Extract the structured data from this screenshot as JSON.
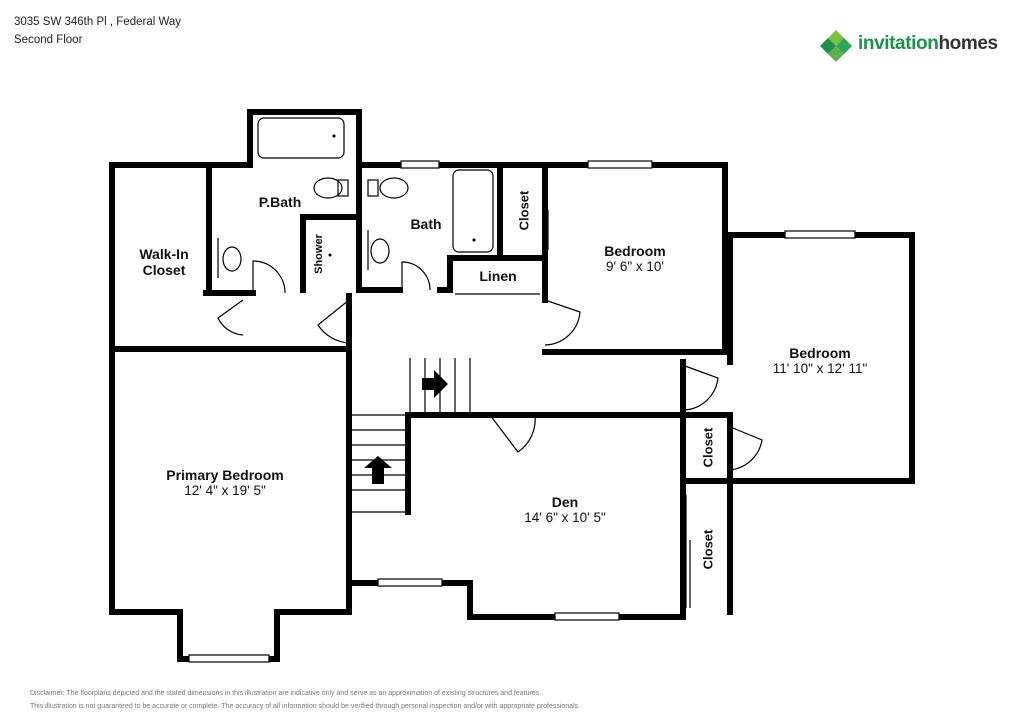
{
  "header": {
    "address": "3035 SW 346th Pl , Federal Way",
    "floor": "Second Floor"
  },
  "brand": {
    "name_part1": "invitation",
    "name_part2": "homes",
    "green": "#1f8f4e",
    "light_green": "#7cc242",
    "dark_text": "#333333",
    "icon": "diamond-cluster-icon"
  },
  "rooms": {
    "walkin": {
      "line1": "Walk-In",
      "line2": "Closet"
    },
    "pbath": {
      "name": "P.Bath"
    },
    "shower": {
      "name": "Shower"
    },
    "bath": {
      "name": "Bath"
    },
    "linen": {
      "name": "Linen"
    },
    "closet_top": {
      "name": "Closet"
    },
    "bedroom2": {
      "name": "Bedroom",
      "dims": "9' 6\" x 10'"
    },
    "bedroom3": {
      "name": "Bedroom",
      "dims": "11' 10\" x 12' 11\""
    },
    "closet_right": {
      "name": "Closet"
    },
    "primary": {
      "name": "Primary Bedroom",
      "dims": "12' 4\" x 19' 5\""
    },
    "den": {
      "name": "Den",
      "dims": "14' 6\" x 10' 5\""
    },
    "closet_den": {
      "name": "Closet"
    }
  },
  "disclaimer": {
    "line1": "Disclaimer: The floorplans depicted and the stated dimensions in this illustration are indicative only and serve as an approximation of existing structures and features.",
    "line2": "This illustration is not guaranteed to be accurate or complete. The accuracy of all information should be verified through personal inspection and/or with appropriate professionals."
  }
}
